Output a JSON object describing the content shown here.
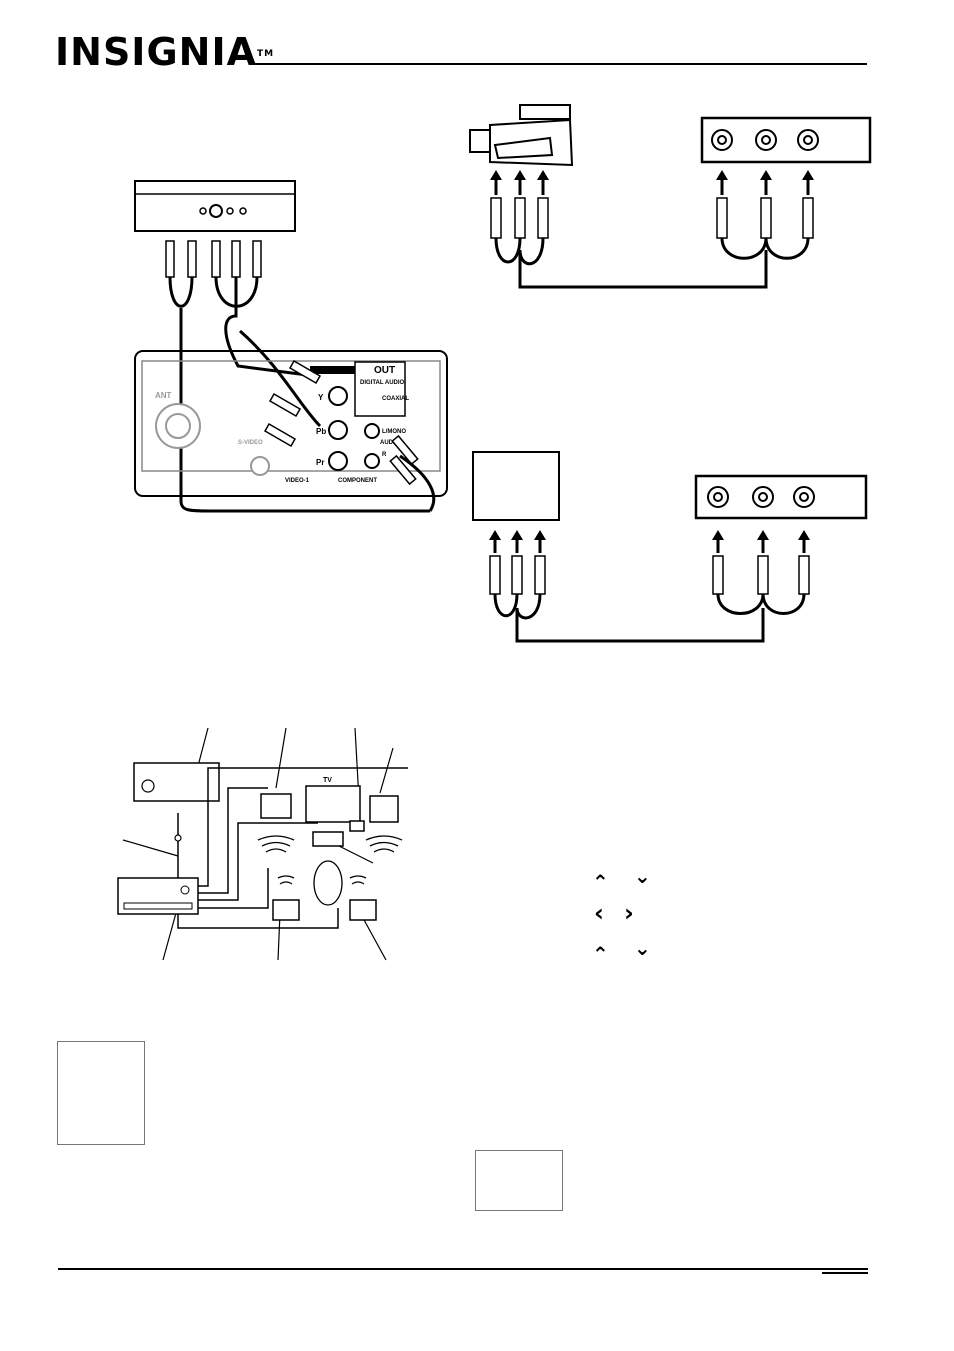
{
  "header": {
    "brand": "INSIGNIA",
    "trademark": "TM"
  },
  "diagrams": {
    "component": {
      "jack_y": "Y",
      "jack_pb": "Pb",
      "jack_pr": "Pr",
      "out_label": "OUT",
      "digital_audio_label": "DIGITAL AUDIO",
      "coaxial_label": "COAXIAL",
      "lmono_label": "L/MONO",
      "audio_label": "AUDIO",
      "r_label": "R",
      "svideo_label": "S-VIDEO",
      "video1_label": "VIDEO-1",
      "component_label": "COMPONENT",
      "ant_label": "ANT"
    },
    "surround": {
      "tv_label": "TV"
    }
  },
  "nav_arrows": {
    "up": "⌃",
    "down": "⌄",
    "left": "‹",
    "right": "›"
  },
  "colors": {
    "ink": "#000000",
    "note_border": "#777777"
  }
}
